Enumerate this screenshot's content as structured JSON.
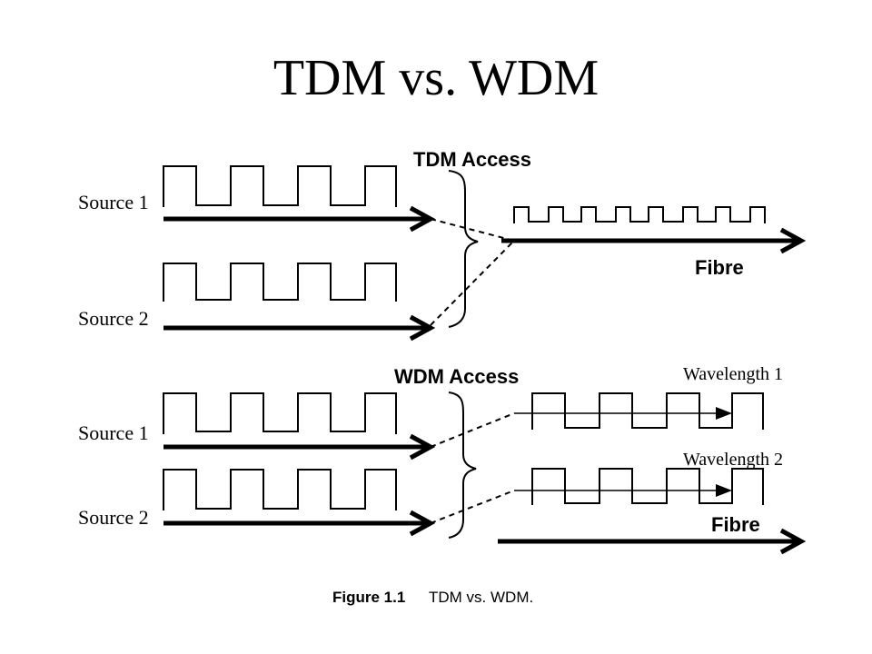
{
  "title": "TDM vs. WDM",
  "tdm": {
    "heading": "TDM Access",
    "source1": "Source 1",
    "source2": "Source 2",
    "fibre": "Fibre"
  },
  "wdm": {
    "heading": "WDM Access",
    "source1": "Source 1",
    "source2": "Source 2",
    "wavelength1": "Wavelength 1",
    "wavelength2": "Wavelength 2",
    "fibre": "Fibre"
  },
  "caption": {
    "number": "Figure 1.1",
    "text": "TDM vs. WDM."
  }
}
